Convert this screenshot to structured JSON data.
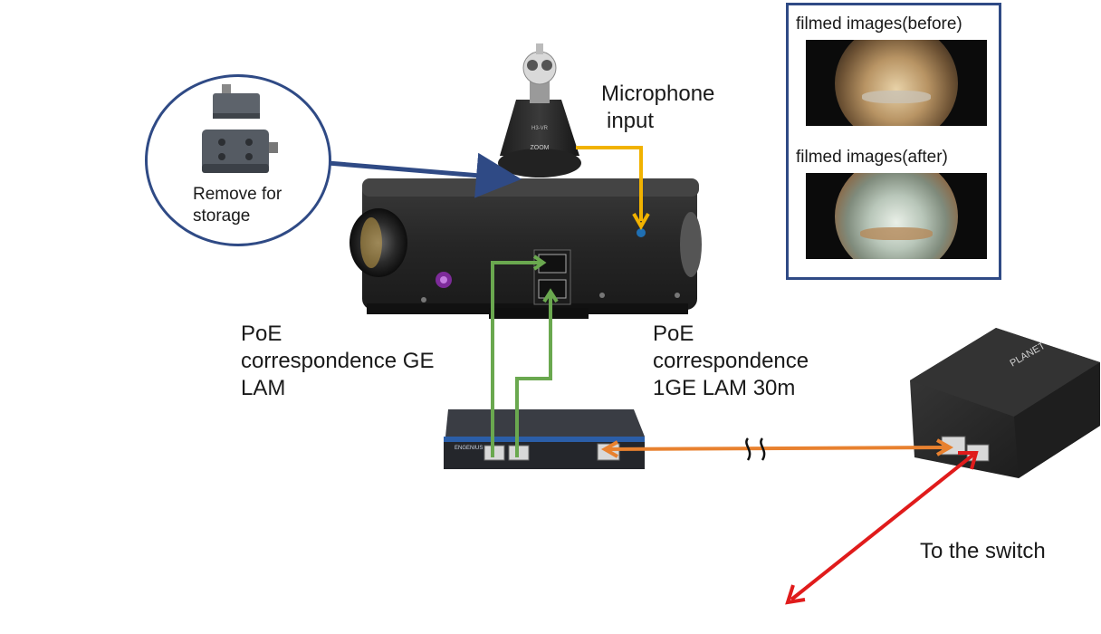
{
  "callout": {
    "line1": "Remove for",
    "line2": "storage"
  },
  "microphone": {
    "line1": "Microphone",
    "line2": "input"
  },
  "poe_left": {
    "line1": "PoE",
    "line2": "correspondence GE",
    "line3": "LAM"
  },
  "poe_right": {
    "line1": "PoE",
    "line2": "correspondence",
    "line3": "1GE LAM 30m"
  },
  "switch_label": "To the switch",
  "inset": {
    "before_label": "filmed images(before)",
    "after_label": "filmed images(after)"
  },
  "device_text": {
    "mic_model": "H3-VR",
    "mic_brand": "ZOOM",
    "injector_brand": "PLANET",
    "hub_brand": "ENGENIUS"
  },
  "colors": {
    "frame_blue": "#2f4a85",
    "green_cable": "#6aa84f",
    "yellow_cable": "#f1b200",
    "orange_cable": "#e8812f",
    "red_arrow": "#e01b1b",
    "device_body": "#2b2b2b"
  }
}
